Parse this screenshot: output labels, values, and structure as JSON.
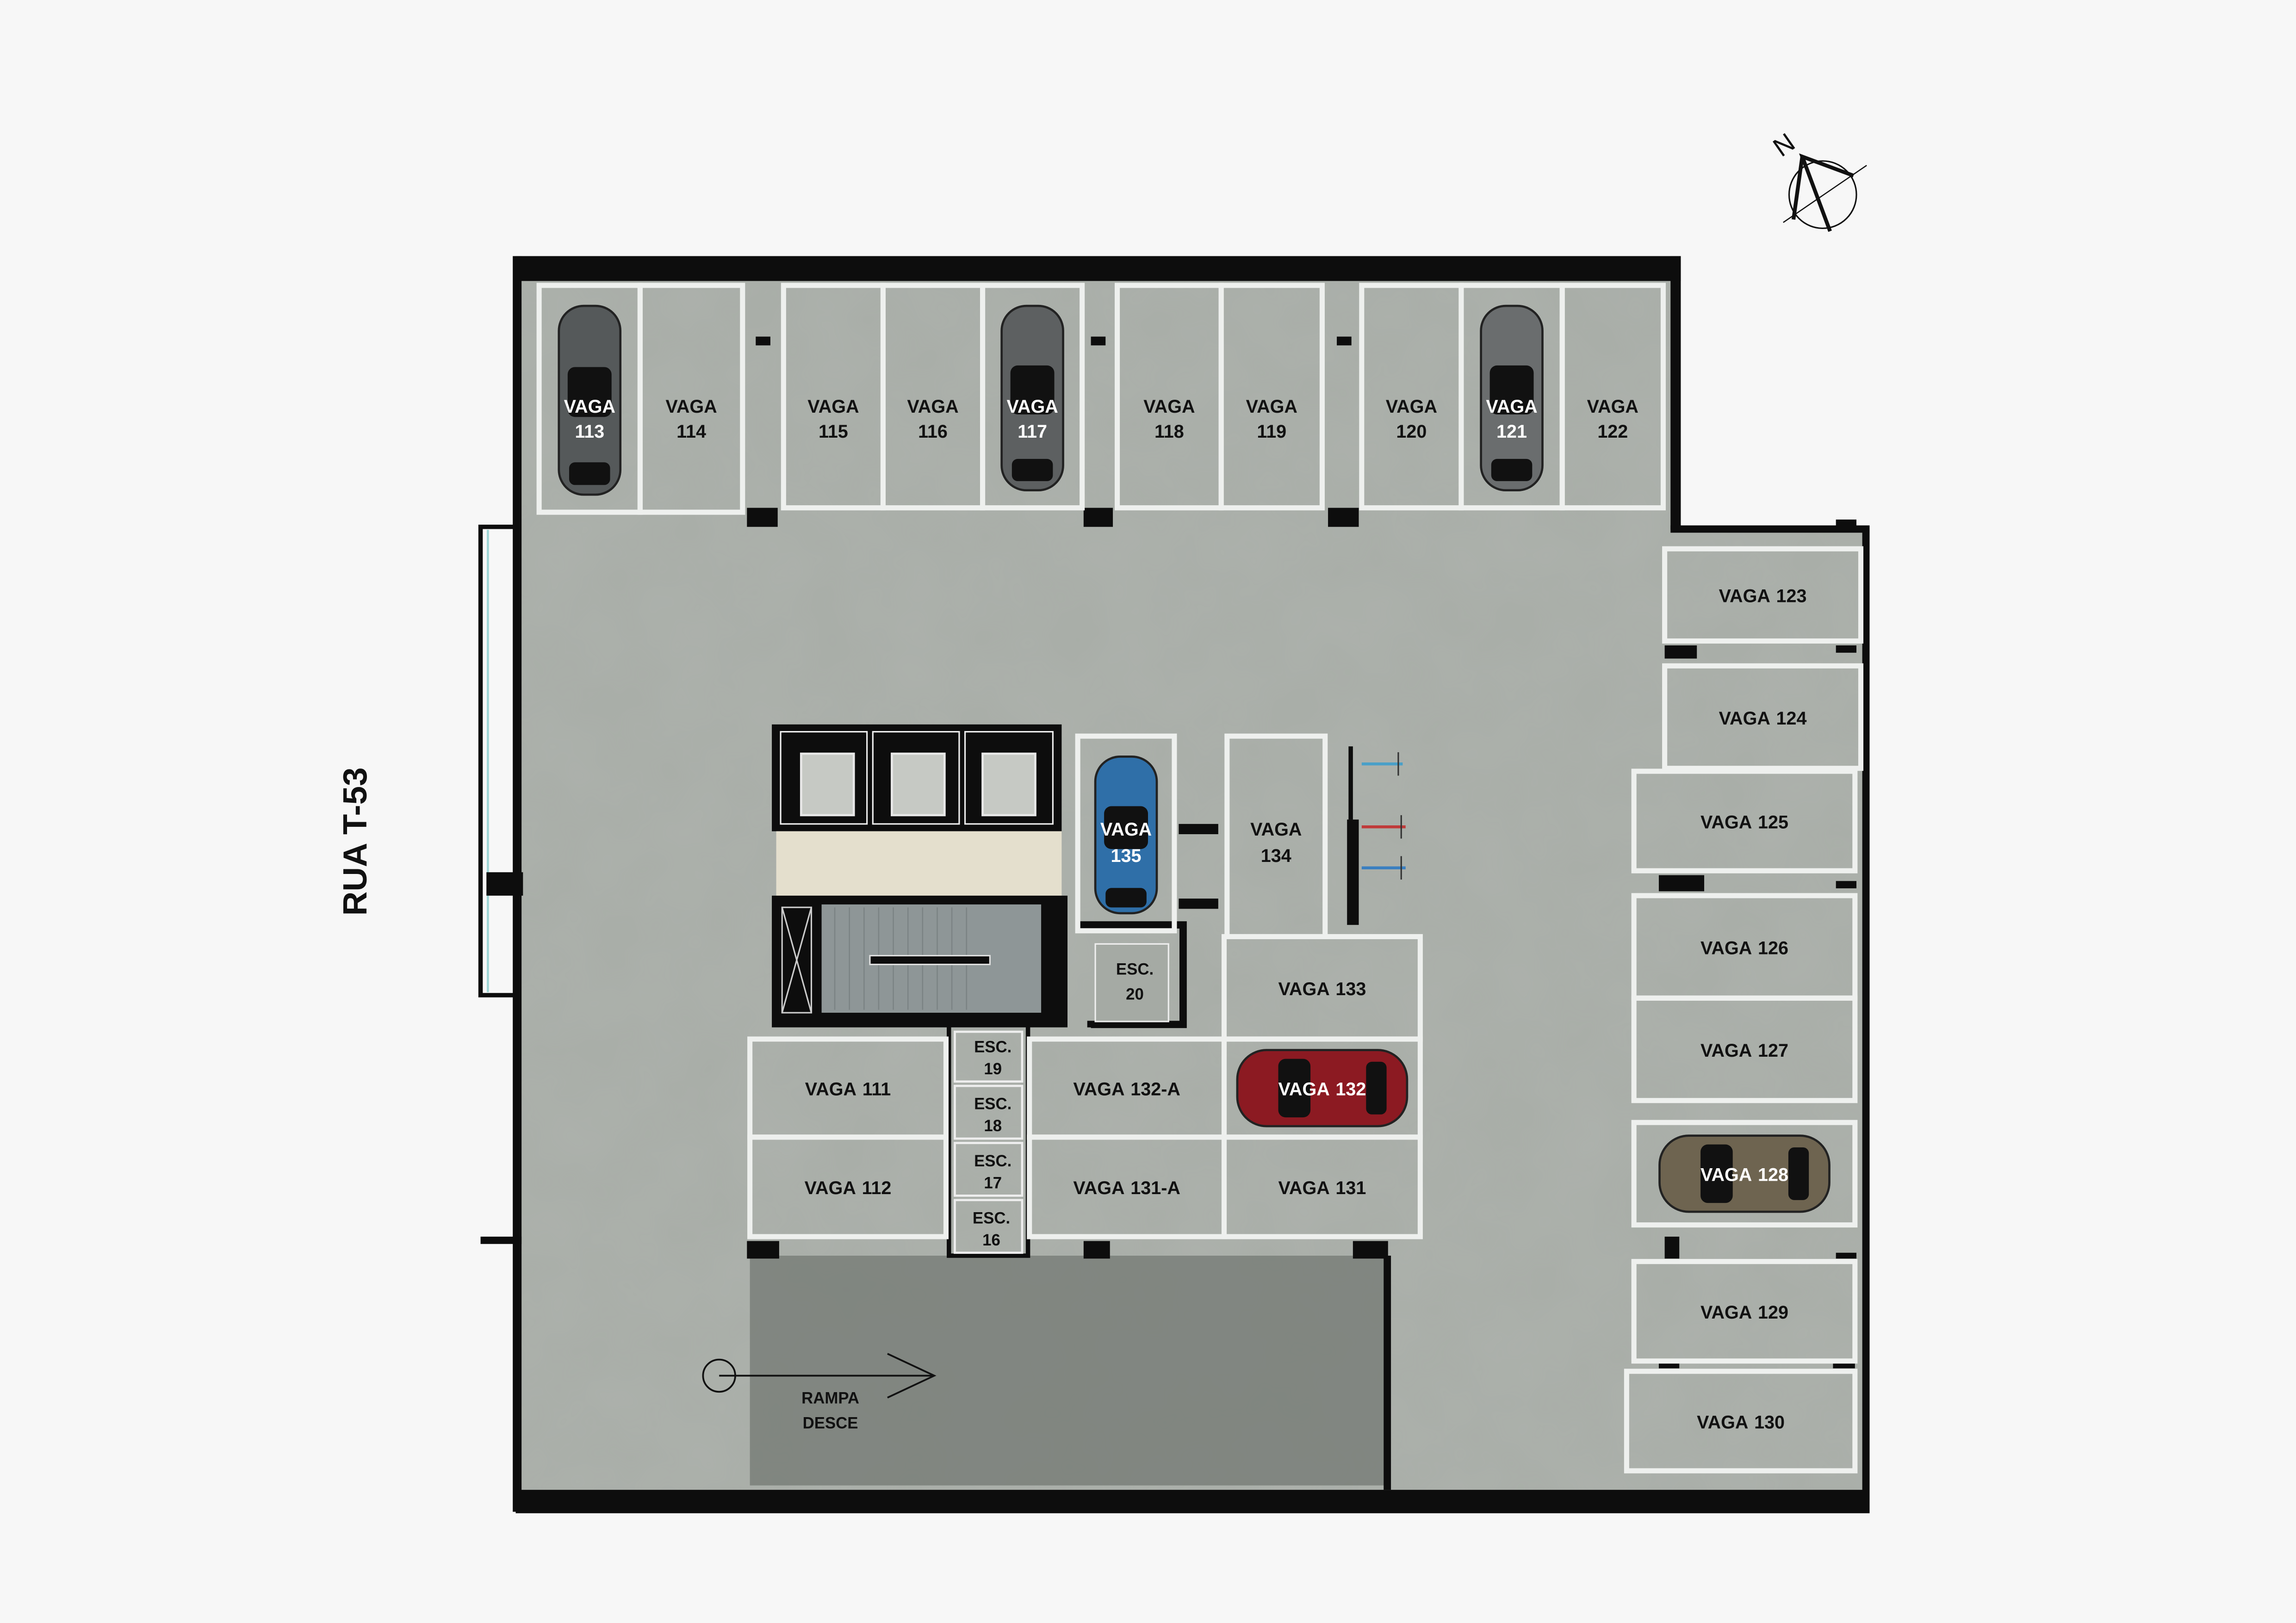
{
  "street": {
    "name": "RUA T-53"
  },
  "compass": {
    "label": "N"
  },
  "ramp": {
    "line1": "RAMPA",
    "line2": "DESCE"
  },
  "colors": {
    "concrete": "#a8ada7",
    "wall": "#0d0d0d",
    "line": "#eef0ee",
    "ramp": "#737873",
    "tiles": "#e4dfcd",
    "stairs": "#8e9697"
  },
  "spots": [
    {
      "word": "VAGA",
      "number": "113",
      "car": "#55595a"
    },
    {
      "word": "VAGA",
      "number": "114"
    },
    {
      "word": "VAGA",
      "number": "115"
    },
    {
      "word": "VAGA",
      "number": "116"
    },
    {
      "word": "VAGA",
      "number": "117",
      "car": "#5d6061"
    },
    {
      "word": "VAGA",
      "number": "118"
    },
    {
      "word": "VAGA",
      "number": "119"
    },
    {
      "word": "VAGA",
      "number": "120"
    },
    {
      "word": "VAGA",
      "number": "121",
      "car": "#6a6d6e"
    },
    {
      "word": "VAGA",
      "number": "122"
    },
    {
      "word": "VAGA",
      "number": "123"
    },
    {
      "word": "VAGA",
      "number": "124"
    },
    {
      "word": "VAGA",
      "number": "125"
    },
    {
      "word": "VAGA",
      "number": "126"
    },
    {
      "word": "VAGA",
      "number": "127"
    },
    {
      "word": "VAGA",
      "number": "128",
      "car": "#6e6450"
    },
    {
      "word": "VAGA",
      "number": "129"
    },
    {
      "word": "VAGA",
      "number": "130"
    },
    {
      "word": "VAGA",
      "number": "135",
      "car": "#2f6fa8"
    },
    {
      "word": "VAGA",
      "number": "134"
    },
    {
      "word": "VAGA",
      "number": "133"
    },
    {
      "word": "VAGA",
      "number": "132",
      "car": "#8c1a22"
    },
    {
      "word": "VAGA",
      "number": "132-A"
    },
    {
      "word": "VAGA",
      "number": "131-A"
    },
    {
      "word": "VAGA",
      "number": "131"
    },
    {
      "word": "VAGA",
      "number": "111"
    },
    {
      "word": "VAGA",
      "number": "112"
    }
  ],
  "storage": [
    {
      "word": "ESC.",
      "number": "20"
    },
    {
      "word": "ESC.",
      "number": "19"
    },
    {
      "word": "ESC.",
      "number": "18"
    },
    {
      "word": "ESC.",
      "number": "17"
    },
    {
      "word": "ESC.",
      "number": "16"
    }
  ]
}
